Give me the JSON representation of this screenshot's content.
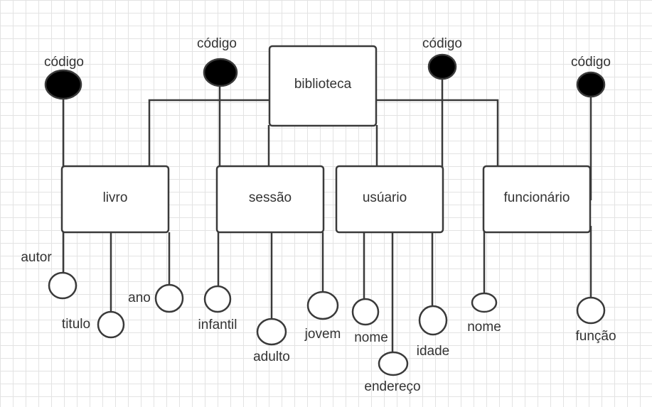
{
  "entities": {
    "biblioteca": "biblioteca",
    "livro": "livro",
    "sessao": "sessão",
    "usuario": "usúario",
    "funcionario": "funcionário"
  },
  "keys": {
    "livro": "código",
    "sessao": "código",
    "usuario": "código",
    "funcionario": "código"
  },
  "attributes": {
    "livro": [
      "autor",
      "titulo",
      "ano"
    ],
    "sessao": [
      "infantil",
      "adulto",
      "jovem"
    ],
    "usuario": [
      "nome",
      "endereço",
      "idade"
    ],
    "funcionario": [
      "nome",
      "função"
    ]
  }
}
